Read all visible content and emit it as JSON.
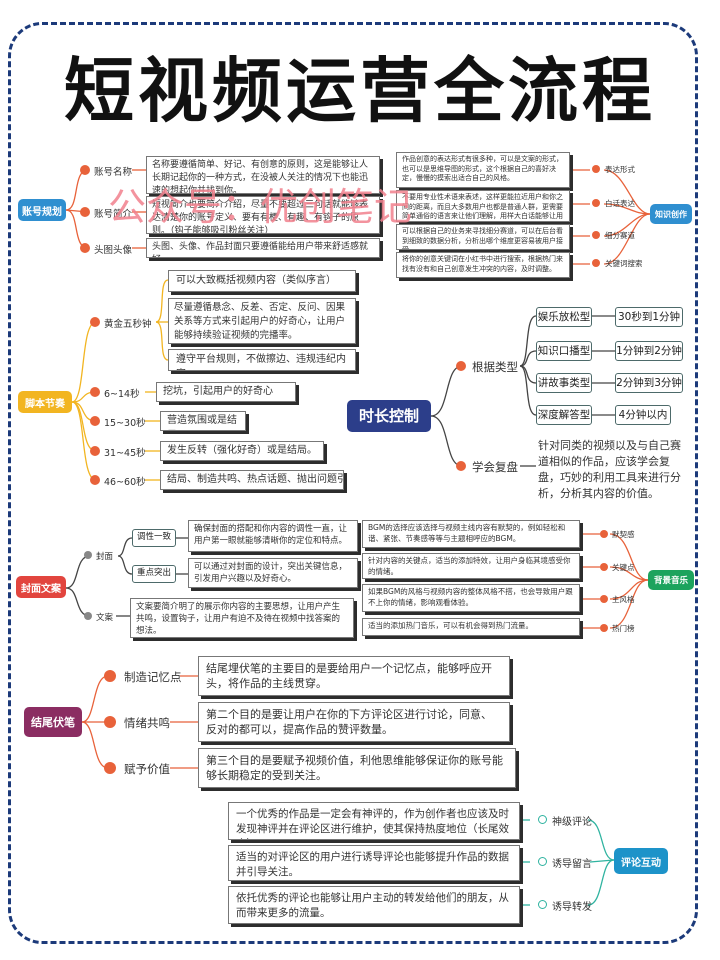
{
  "title": "短视频运营全流程",
  "watermark": "公众号：优创笔记",
  "account": {
    "label": "账号规划",
    "items": [
      {
        "name": "账号名称",
        "text": "名称要遵循简单、好记、有创意的原则，这是能够让人长期记起你的一种方式，在没被人关注的情况下也能迅速的想起你并找到你。"
      },
      {
        "name": "账号简介",
        "text": "短视简介也要简介介绍，尽量不要超过三句话就能够表达清楚你的账号定义、要有有梗、有趣、有钩子的原则。（钩子能够吸引粉丝关注）"
      },
      {
        "name": "头图头像",
        "text": "头图、头像、作品封面只要遵循能给用户带来舒适感就好。"
      }
    ]
  },
  "keywords": {
    "label": "知识创作",
    "items": [
      {
        "name": "表达形式",
        "text": "作品创意的表达形式有很多种，可以是文案的形式，也可以是思维导图的形式，这个根据自己的喜好决定，慢慢的摸索出适合自己的风格。"
      },
      {
        "name": "白话表达",
        "text": "不要用专业性术语来表述，这样更能拉近用户和你之间的距离，而且大多数用户也都是普通人群，更需要简单通俗的语言来让他们理解，用样大白话能够让用户更容易理解你想要传达的观点。"
      },
      {
        "name": "细分赛道",
        "text": "可以根据自己的业务来寻找细分赛道，可以在后台看到细致的数据分析，分析出哪个维度更容易被用户接受。"
      },
      {
        "name": "关键词搜索",
        "text": "将你的创意关键词在小红书中进行搜索，根据热门来找有没有和自己创意发生冲突的内容，及时调整。"
      }
    ]
  },
  "script": {
    "label": "脚本节奏",
    "items": [
      {
        "name": "黄金五秒钟",
        "texts": [
          "可以大致概括视频内容（类似序言）",
          "尽量遵循悬念、反差、否定、反问、因果关系等方式来引起用户的好奇心，让用户能够持续验证视频的完播率。",
          "遵守平台规则，不做擦边、违规违纪内容。"
        ]
      },
      {
        "name": "6~14秒",
        "texts": [
          "挖坑，引起用户的好奇心"
        ]
      },
      {
        "name": "15~30秒",
        "texts": [
          "营造氛围或是结局。"
        ]
      },
      {
        "name": "31~45秒",
        "texts": [
          "发生反转（强化好奇）或是结局。"
        ]
      },
      {
        "name": "46~60秒",
        "texts": [
          "结局、制造共鸣、热点话题、抛出问题引发讨论"
        ]
      }
    ]
  },
  "duration": {
    "label": "时长控制",
    "type_label": "根据类型",
    "types": [
      {
        "name": "娱乐放松型",
        "value": "30秒到1分钟"
      },
      {
        "name": "知识口播型",
        "value": "1分钟到2分钟"
      },
      {
        "name": "讲故事类型",
        "value": "2分钟到3分钟"
      },
      {
        "name": "深度解答型",
        "value": "4分钟以内"
      }
    ],
    "review_label": "学会复盘",
    "review_text": "针对同类的视频以及与自己赛道相似的作品，应该学会复盘，巧妙的利用工具来进行分析，分析其内容的价值。"
  },
  "cover": {
    "label": "封面文案",
    "cover_label": "封面",
    "items": [
      {
        "name": "调性一致",
        "text": "确保封面的搭配和你内容的调性一直，让用户第一眼就能够清晰你的定位和特点。"
      },
      {
        "name": "重点突出",
        "text": "可以通过对封面的设计，突出关键信息，引发用户兴趣以及好奇心。"
      }
    ],
    "copy_label": "文案",
    "copy_text": "文案要简介明了的展示你内容的主要思想，让用户产生共鸣，设置钩子，让用户有迫不及待在视频中找答案的想法。"
  },
  "music": {
    "label": "背景音乐",
    "items": [
      {
        "name": "默契感",
        "text": "BGM的选择应该选择与视频主线内容有默契的，例如轻松和谐、紧张、节奏感等等与主题相呼应的BGM。"
      },
      {
        "name": "关键点",
        "text": "针对内容的关键点，适当的添加特效，让用户身临其境感受你的情绪。"
      },
      {
        "name": "主风格",
        "text": "如果BGM的风格与视频内容的整体风格不搭，也会导致用户跟不上你的情绪，影响观看体验。"
      },
      {
        "name": "热门榜",
        "text": "适当的添加热门音乐，可以有机会得到热门流量。"
      }
    ]
  },
  "ending": {
    "label": "结尾伏笔",
    "items": [
      {
        "name": "制造记忆点",
        "text": "结尾埋伏笔的主要目的是要给用户一个记忆点，能够呼应开头，将作品的主线贯穿。"
      },
      {
        "name": "情绪共鸣",
        "text": "第二个目的是要让用户在你的下方评论区进行讨论，同意、反对的都可以，提高作品的赞评数量。"
      },
      {
        "name": "赋予价值",
        "text": "第三个目的是要赋予视频价值，利他思维能够保证你的账号能够长期稳定的受到关注。"
      }
    ]
  },
  "comment": {
    "label": "评论互动",
    "items": [
      {
        "name": "神级评论",
        "text": "一个优秀的作品是一定会有神评的，作为创作者也应该及时发现神评并在评论区进行维护，使其保持热度地位（长尾效应）"
      },
      {
        "name": "诱导留言",
        "text": "适当的对评论区的用户进行诱导评论也能够提升作品的数据并引导关注。"
      },
      {
        "name": "诱导转发",
        "text": "依托优秀的评论也能够让用户主动的转发给他们的朋友，从而带来更多的流量。"
      }
    ]
  },
  "colors": {
    "account": "#2f8fd0",
    "script": "#f2b521",
    "cover": "#e2453e",
    "ending": "#8b2d62",
    "music": "#1ca35d",
    "keywords": "#2f8fd0",
    "comment": "#1d93c9",
    "center": "#2c3e8a"
  }
}
